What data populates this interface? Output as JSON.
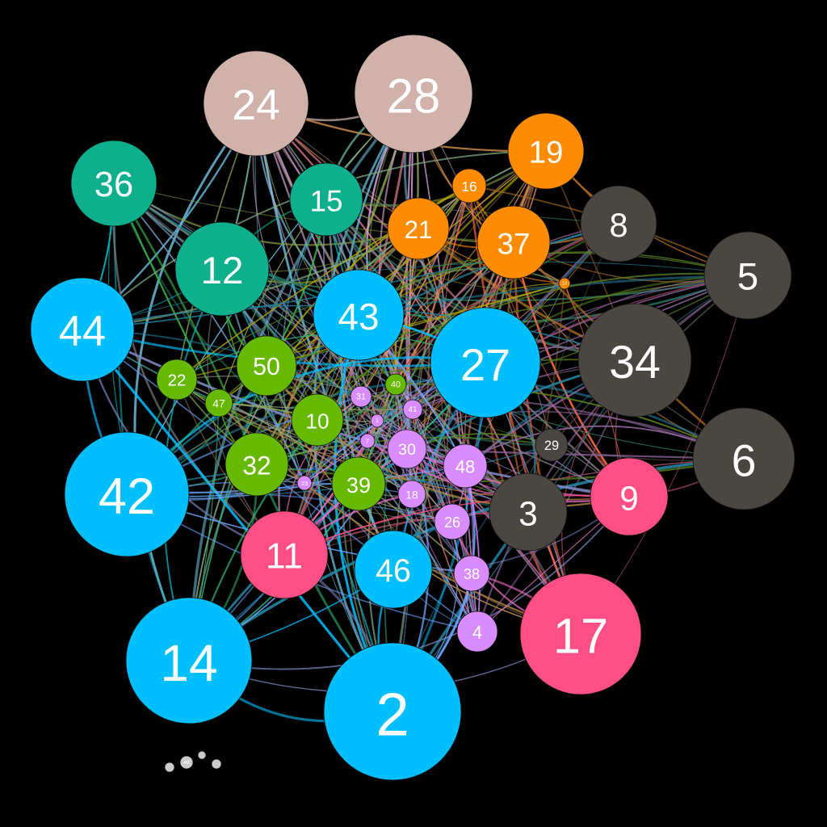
{
  "colors": {
    "background": "#000000",
    "teal": "#0DAF8C",
    "cyan": "#00BFFF",
    "orange": "#FF8C00",
    "dark": "#4A4641",
    "pink": "#FF4F86",
    "green": "#66B800",
    "violet": "#D98CFF",
    "rose": "#D1B2AB",
    "gray": "#CCCCCC"
  },
  "groups": {
    "rose": [
      "24",
      "28"
    ],
    "teal": [
      "36",
      "15",
      "12"
    ],
    "orange": [
      "19",
      "16",
      "21",
      "37",
      "13"
    ],
    "dark": [
      "8",
      "5",
      "34",
      "29",
      "6",
      "3"
    ],
    "cyan": [
      "44",
      "43",
      "27",
      "42",
      "46",
      "14",
      "2"
    ],
    "green": [
      "22",
      "50",
      "47",
      "40",
      "10",
      "32",
      "39"
    ],
    "violet": [
      "31",
      "41",
      "1",
      "7",
      "30",
      "48",
      "18",
      "23",
      "26",
      "38",
      "4"
    ],
    "pink": [
      "9",
      "11",
      "17"
    ],
    "gray": [
      "49",
      "20",
      "25",
      "33"
    ]
  },
  "nodes": [
    {
      "id": "24",
      "label": "24",
      "color": "rose",
      "weight": 65
    },
    {
      "id": "28",
      "label": "28",
      "color": "rose",
      "weight": 73
    },
    {
      "id": "36",
      "label": "36",
      "color": "teal",
      "weight": 53
    },
    {
      "id": "15",
      "label": "15",
      "color": "teal",
      "weight": 45
    },
    {
      "id": "12",
      "label": "12",
      "color": "teal",
      "weight": 58
    },
    {
      "id": "19",
      "label": "19",
      "color": "orange",
      "weight": 47
    },
    {
      "id": "16",
      "label": "16",
      "color": "orange",
      "weight": 21
    },
    {
      "id": "21",
      "label": "21",
      "color": "orange",
      "weight": 38
    },
    {
      "id": "37",
      "label": "37",
      "color": "orange",
      "weight": 45
    },
    {
      "id": "13",
      "label": "13",
      "color": "orange",
      "weight": 7
    },
    {
      "id": "8",
      "label": "8",
      "color": "dark",
      "weight": 47
    },
    {
      "id": "5",
      "label": "5",
      "color": "dark",
      "weight": 54
    },
    {
      "id": "34",
      "label": "34",
      "color": "dark",
      "weight": 70
    },
    {
      "id": "29",
      "label": "29",
      "color": "dark",
      "weight": 20
    },
    {
      "id": "6",
      "label": "6",
      "color": "dark",
      "weight": 63
    },
    {
      "id": "3",
      "label": "3",
      "color": "dark",
      "weight": 48
    },
    {
      "id": "44",
      "label": "44",
      "color": "cyan",
      "weight": 64
    },
    {
      "id": "43",
      "label": "43",
      "color": "cyan",
      "weight": 56
    },
    {
      "id": "27",
      "label": "27",
      "color": "cyan",
      "weight": 68
    },
    {
      "id": "42",
      "label": "42",
      "color": "cyan",
      "weight": 77
    },
    {
      "id": "46",
      "label": "46",
      "color": "cyan",
      "weight": 48
    },
    {
      "id": "14",
      "label": "14",
      "color": "cyan",
      "weight": 78
    },
    {
      "id": "2",
      "label": "2",
      "color": "cyan",
      "weight": 85
    },
    {
      "id": "22",
      "label": "22",
      "color": "green",
      "weight": 25
    },
    {
      "id": "50",
      "label": "50",
      "color": "green",
      "weight": 37
    },
    {
      "id": "47",
      "label": "47",
      "color": "green",
      "weight": 17
    },
    {
      "id": "40",
      "label": "40",
      "color": "green",
      "weight": 13
    },
    {
      "id": "10",
      "label": "10",
      "color": "green",
      "weight": 32
    },
    {
      "id": "32",
      "label": "32",
      "color": "green",
      "weight": 39
    },
    {
      "id": "39",
      "label": "39",
      "color": "green",
      "weight": 33
    },
    {
      "id": "31",
      "label": "31",
      "color": "violet",
      "weight": 13
    },
    {
      "id": "41",
      "label": "41",
      "color": "violet",
      "weight": 12
    },
    {
      "id": "1",
      "label": "1",
      "color": "violet",
      "weight": 8
    },
    {
      "id": "7",
      "label": "7",
      "color": "violet",
      "weight": 9
    },
    {
      "id": "30",
      "label": "30",
      "color": "violet",
      "weight": 24
    },
    {
      "id": "48",
      "label": "48",
      "color": "violet",
      "weight": 27
    },
    {
      "id": "18",
      "label": "18",
      "color": "violet",
      "weight": 17
    },
    {
      "id": "23",
      "label": "23",
      "color": "violet",
      "weight": 9
    },
    {
      "id": "26",
      "label": "26",
      "color": "violet",
      "weight": 22
    },
    {
      "id": "38",
      "label": "38",
      "color": "violet",
      "weight": 22
    },
    {
      "id": "4",
      "label": "4",
      "color": "violet",
      "weight": 25
    },
    {
      "id": "9",
      "label": "9",
      "color": "pink",
      "weight": 48
    },
    {
      "id": "11",
      "label": "11",
      "color": "pink",
      "weight": 54
    },
    {
      "id": "17",
      "label": "17",
      "color": "pink",
      "weight": 75
    },
    {
      "id": "49",
      "label": "49",
      "color": "gray",
      "weight": 8
    },
    {
      "id": "20",
      "label": "",
      "color": "gray",
      "weight": 6
    },
    {
      "id": "25",
      "label": "",
      "color": "gray",
      "weight": 5
    },
    {
      "id": "33",
      "label": "",
      "color": "gray",
      "weight": 6
    }
  ]
}
